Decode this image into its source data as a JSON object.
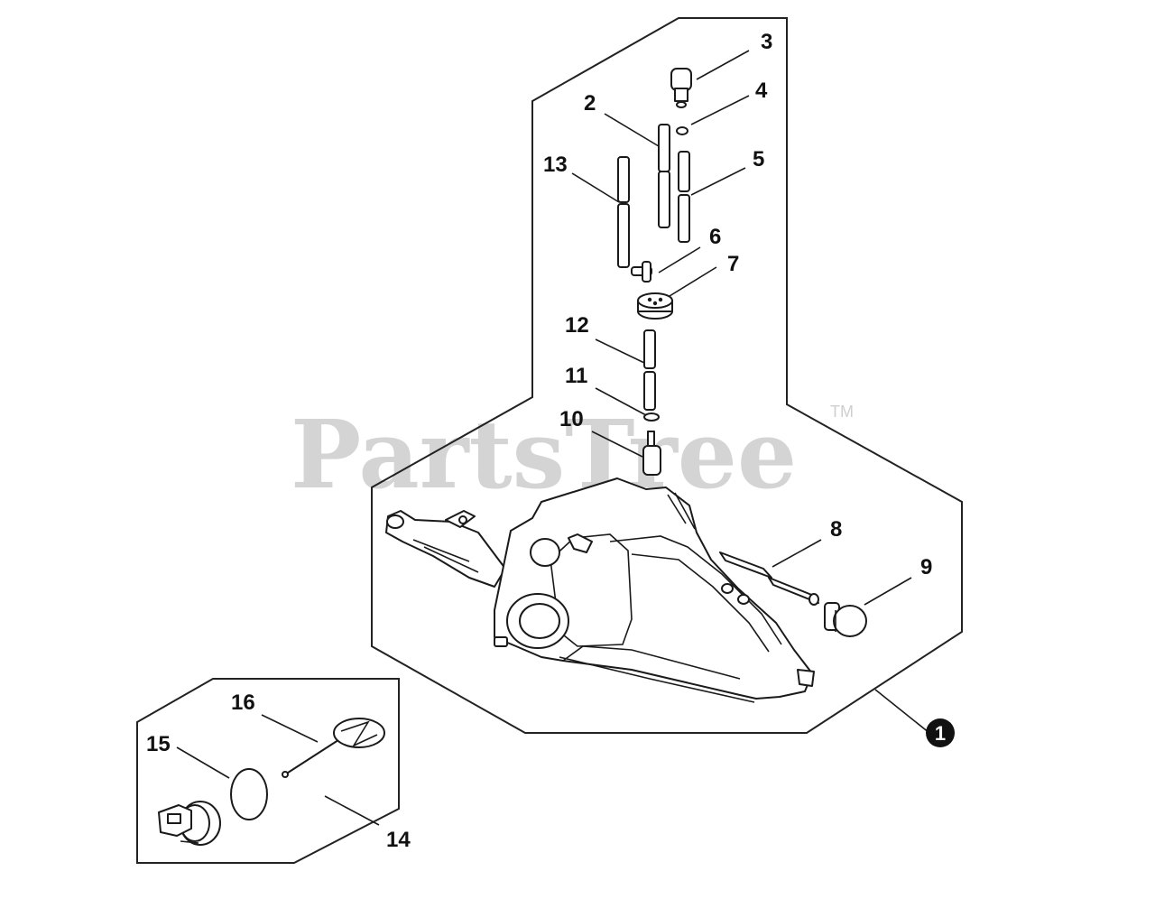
{
  "watermark": {
    "text": "PartsTree",
    "trademark": "TM"
  },
  "callouts": {
    "c1": "1",
    "c2": "2",
    "c3": "3",
    "c4": "4",
    "c5": "5",
    "c6": "6",
    "c7": "7",
    "c8": "8",
    "c9": "9",
    "c10": "10",
    "c11": "11",
    "c12": "12",
    "c13": "13",
    "c14": "14",
    "c15": "15",
    "c16": "16"
  }
}
